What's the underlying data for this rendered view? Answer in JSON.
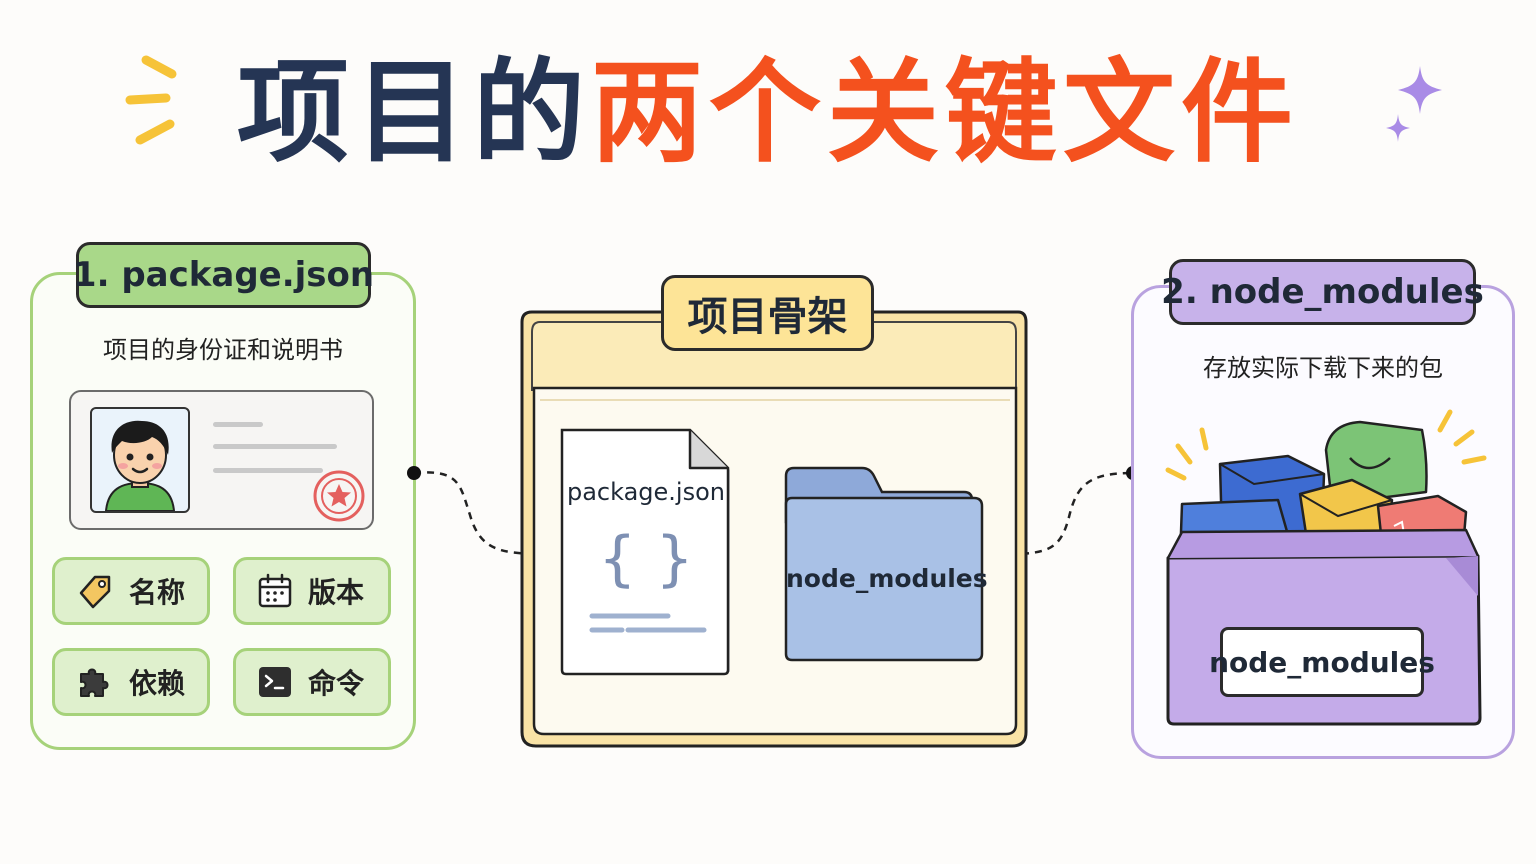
{
  "title": {
    "part1": "项目的",
    "part2": "两个关键文件"
  },
  "left_panel": {
    "badge": "1. package.json",
    "subtitle": "项目的身份证和说明书",
    "chips": [
      {
        "label": "名称",
        "icon": "tag-icon"
      },
      {
        "label": "版本",
        "icon": "calendar-icon"
      },
      {
        "label": "依赖",
        "icon": "puzzle-icon"
      },
      {
        "label": "命令",
        "icon": "terminal-icon"
      }
    ]
  },
  "center": {
    "badge": "项目骨架",
    "file_label": "package.json",
    "file_symbol": "{ }",
    "folder_label": "node_modules"
  },
  "right_panel": {
    "badge": "2. node_modules",
    "subtitle": "存放实际下载下来的包",
    "box_label": "node_modules"
  },
  "colors": {
    "title_dark": "#253554",
    "title_accent": "#f4511e",
    "green": "#a9d889",
    "purple": "#c7b2ea",
    "yellow": "#fde497",
    "folder_blue": "#a9c1e6"
  }
}
